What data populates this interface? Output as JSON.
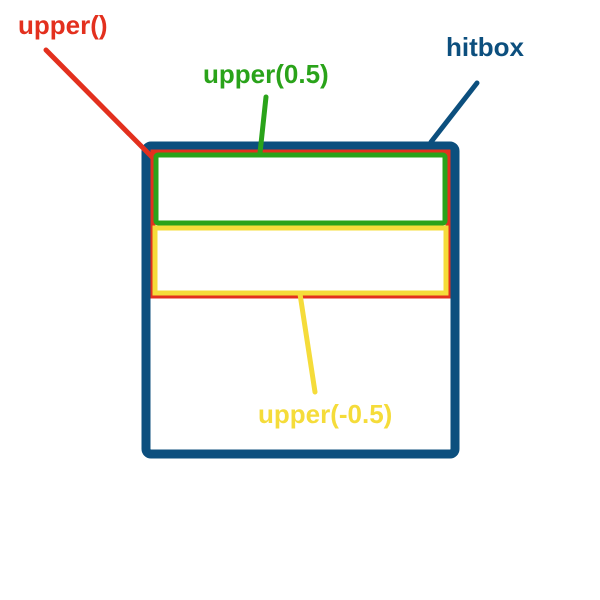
{
  "labels": {
    "upper": "upper()",
    "hitbox": "hitbox",
    "upper_half": "upper(0.5)",
    "upper_negative_half": "upper(-0.5)"
  },
  "colors": {
    "hitbox": "#0c4f7e",
    "upper": "#e3301e",
    "upper_half": "#2aa31a",
    "upper_negative_half": "#f5dc3a",
    "background": "#ffffff"
  }
}
